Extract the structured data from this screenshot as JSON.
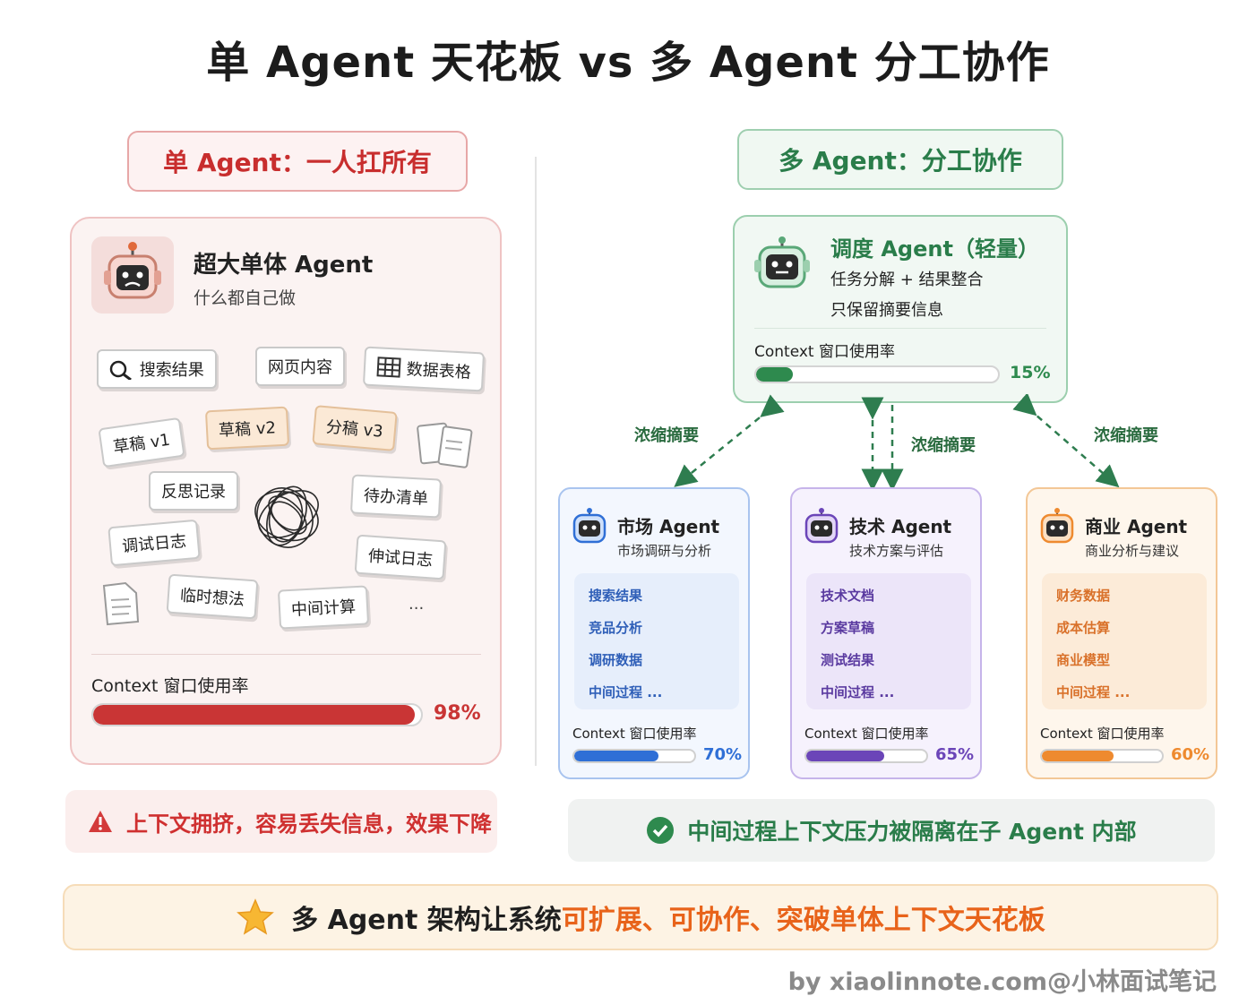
{
  "title": "单 Agent 天花板 vs 多 Agent 分工协作",
  "left": {
    "header": "单 Agent：一人扛所有",
    "card_title": "超大单体 Agent",
    "card_subtitle": "什么都自己做",
    "chips": [
      "搜索结果",
      "网页内容",
      "数据表格",
      "草稿 v1",
      "草稿 v2",
      "分稿 v3",
      "反思记录",
      "待办清单",
      "调试日志",
      "伸试日志",
      "临时想法",
      "中间计算",
      "..."
    ],
    "context_label": "Context 窗口使用率",
    "context_value": "98%",
    "context_fraction": 0.98,
    "warning": "上下文拥挤，容易丢失信息，效果下降",
    "color": "#c93535"
  },
  "right": {
    "header": "多 Agent：分工协作",
    "scheduler": {
      "title": "调度 Agent（轻量）",
      "line1": "任务分解 + 结果整合",
      "line2": "只保留摘要信息",
      "context_label": "Context 窗口使用率",
      "context_value": "15%",
      "context_fraction": 0.15,
      "color": "#2e8a4e"
    },
    "edge_labels": [
      "浓缩摘要",
      "浓缩摘要",
      "浓缩摘要"
    ],
    "agents": [
      {
        "name": "市场 Agent",
        "desc": "市场调研与分析",
        "items": [
          "搜索结果",
          "竞品分析",
          "调研数据",
          "中间过程 ..."
        ],
        "context_label": "Context 窗口使用率",
        "context_value": "70%",
        "context_fraction": 0.7,
        "color": "#2f6fd6"
      },
      {
        "name": "技术 Agent",
        "desc": "技术方案与评估",
        "items": [
          "技术文档",
          "方案草稿",
          "测试结果",
          "中间过程 ..."
        ],
        "context_label": "Context 窗口使用率",
        "context_value": "65%",
        "context_fraction": 0.65,
        "color": "#6b45b8"
      },
      {
        "name": "商业 Agent",
        "desc": "商业分析与建议",
        "items": [
          "财务数据",
          "成本估算",
          "商业模型",
          "中间过程 ..."
        ],
        "context_label": "Context 窗口使用率",
        "context_value": "60%",
        "context_fraction": 0.6,
        "color": "#ee8a2f"
      }
    ],
    "ok_message": "中间过程上下文压力被隔离在子 Agent 内部"
  },
  "bottom": {
    "lead": "多 Agent 架构让系统",
    "highlight": "可扩展、可协作、突破单体上下文天花板"
  },
  "footer": "by xiaolinnote.com@小林面试笔记"
}
